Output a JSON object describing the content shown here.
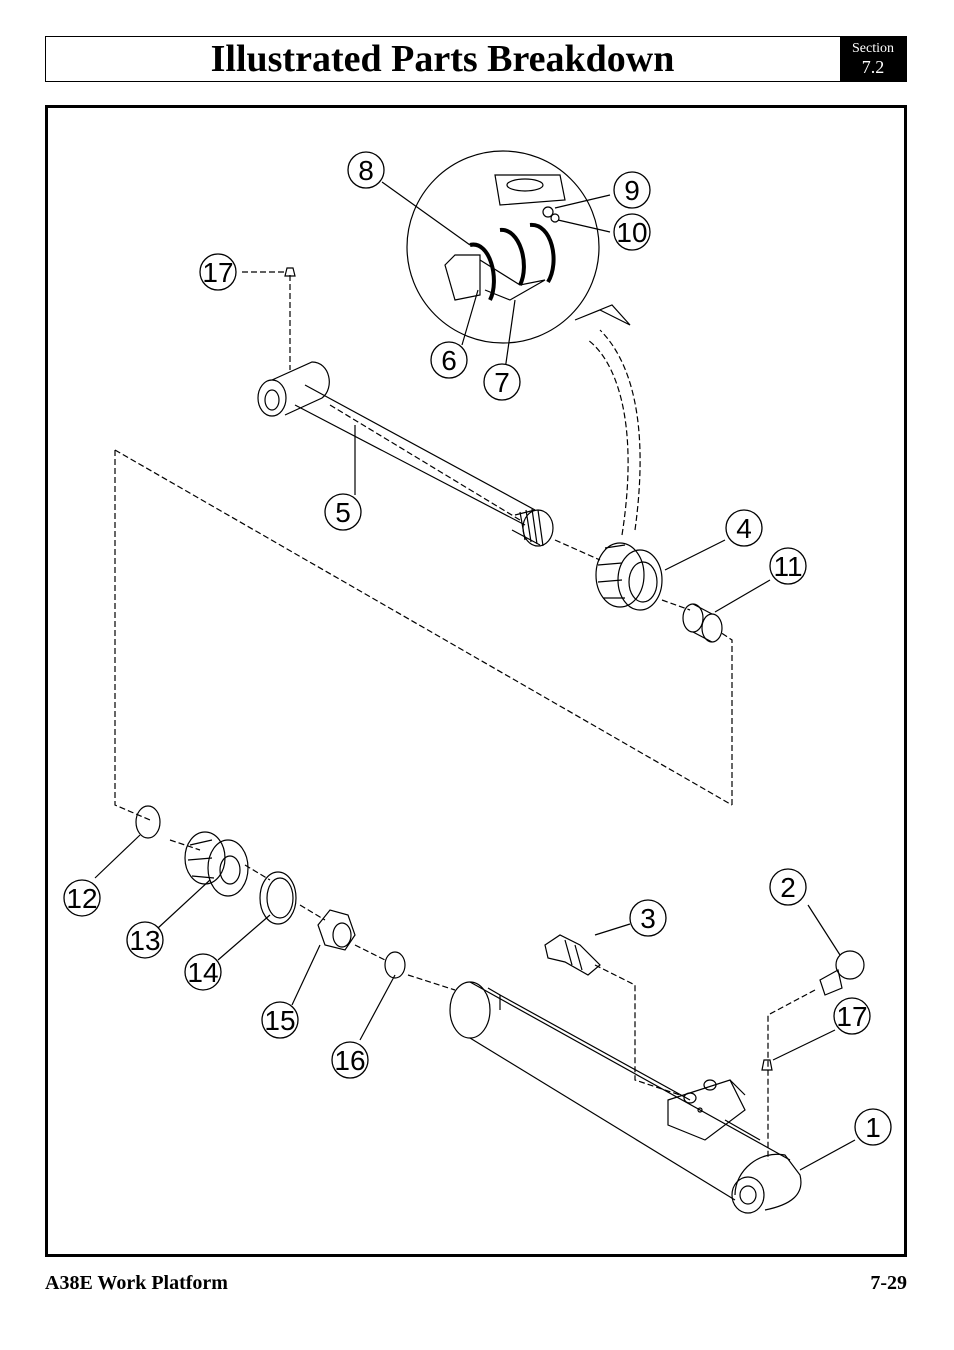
{
  "header": {
    "title": "Illustrated Parts Breakdown",
    "section_label": "Section",
    "section_number": "7.2"
  },
  "footer": {
    "left": "A38E Work Platform",
    "right": "7-29"
  },
  "callouts": [
    {
      "id": "c1",
      "label": "1"
    },
    {
      "id": "c2",
      "label": "2"
    },
    {
      "id": "c3",
      "label": "3"
    },
    {
      "id": "c4",
      "label": "4"
    },
    {
      "id": "c5",
      "label": "5"
    },
    {
      "id": "c6",
      "label": "6"
    },
    {
      "id": "c7",
      "label": "7"
    },
    {
      "id": "c8",
      "label": "8"
    },
    {
      "id": "c9",
      "label": "9"
    },
    {
      "id": "c10",
      "label": "10"
    },
    {
      "id": "c11",
      "label": "11"
    },
    {
      "id": "c12",
      "label": "12"
    },
    {
      "id": "c13",
      "label": "13"
    },
    {
      "id": "c14",
      "label": "14"
    },
    {
      "id": "c15",
      "label": "15"
    },
    {
      "id": "c16",
      "label": "16"
    },
    {
      "id": "c17a",
      "label": "17"
    },
    {
      "id": "c17b",
      "label": "17"
    }
  ]
}
